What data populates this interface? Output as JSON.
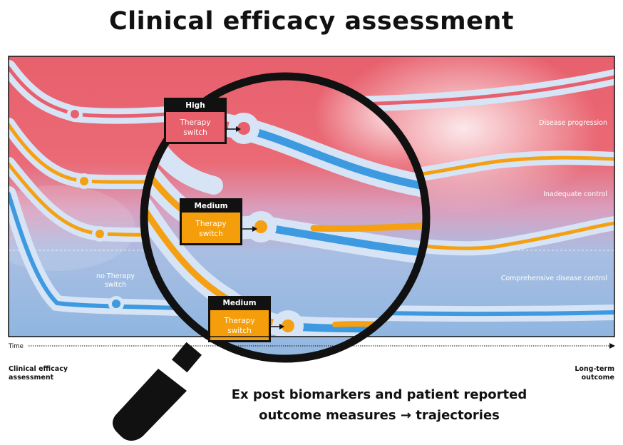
{
  "title": "Clinical efficacy assessment",
  "zones": {
    "top": "Disease progression",
    "middle": "Inadequate control",
    "bottom": "Comprehensive disease control"
  },
  "no_switch": [
    "no Therapy",
    "switch"
  ],
  "boxes": [
    {
      "level": "High",
      "line1": "Therapy",
      "line2": "switch",
      "color": "#e7606b"
    },
    {
      "level": "Medium",
      "line1": "Therapy",
      "line2": "switch",
      "color": "#f59e0b"
    },
    {
      "level": "Medium",
      "line1": "Therapy",
      "line2": "switch",
      "color": "#f59e0b"
    }
  ],
  "axis": {
    "time_label": "Time",
    "left_label": [
      "Clinical efficacy",
      "assessment"
    ],
    "right_label": [
      "Long-term",
      "outcome"
    ]
  },
  "caption": {
    "line1": "Ex post biomarkers and patient reported",
    "line2_a": "outcome measures",
    "arrow": "→",
    "line2_b": "trajectories"
  },
  "colors": {
    "red": "#e8606d",
    "blue_bg": "#8fb8e2",
    "orange": "#f5a012",
    "blue_line": "#3d9ae0",
    "halo": "#d4e3f5"
  }
}
